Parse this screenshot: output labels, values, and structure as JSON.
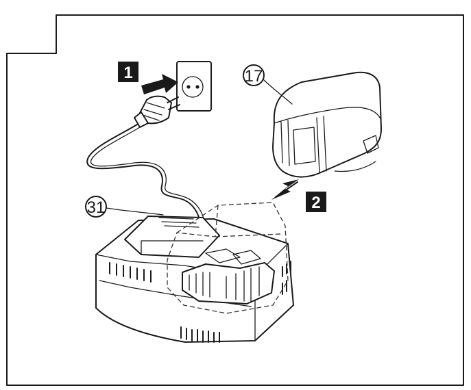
{
  "labels": {
    "battery": "17",
    "charger_cord": "31"
  },
  "steps": {
    "step1": "1",
    "step2": "2"
  },
  "colors": {
    "line": "#1a1a1a",
    "step_box": "#1a1a1a",
    "background": "#ffffff"
  }
}
